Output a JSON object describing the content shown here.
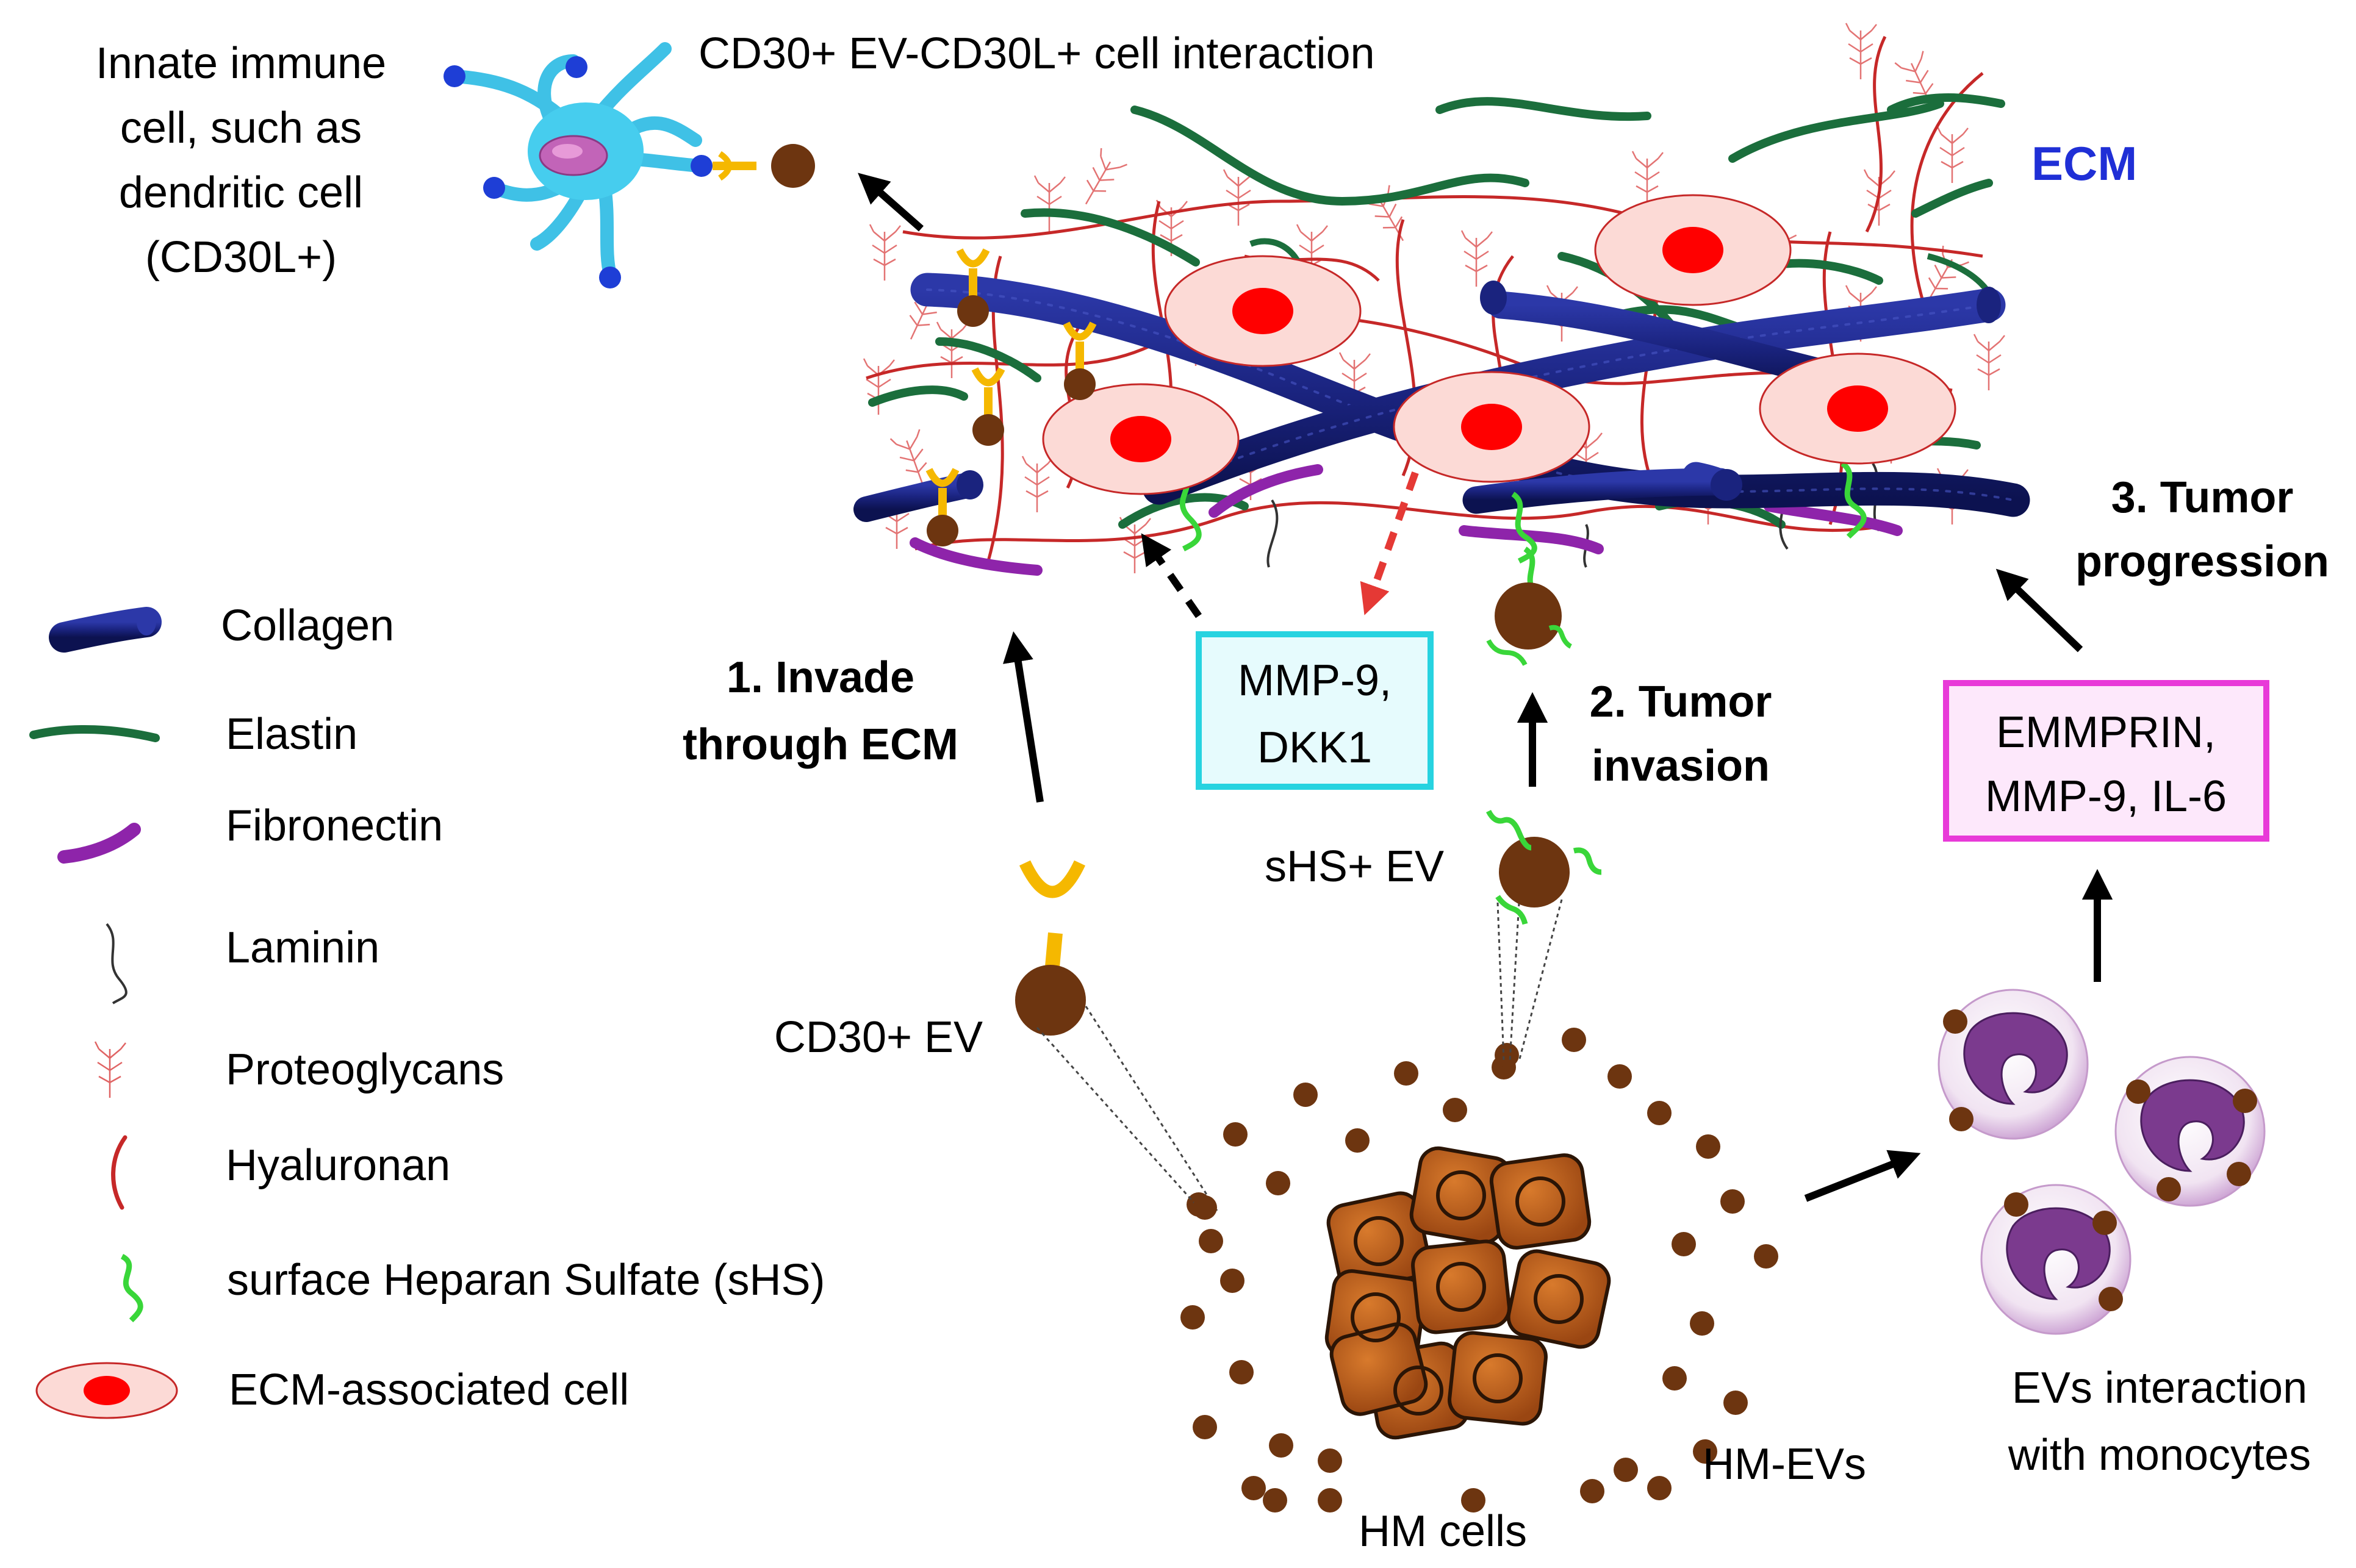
{
  "labels": {
    "innate_1": "Innate immune",
    "innate_2": "cell, such as",
    "innate_3": "dendritic cell",
    "innate_4": "(CD30L+)",
    "interaction": "CD30+ EV-CD30L+ cell interaction",
    "ecm": "ECM",
    "step1_1": "1. Invade",
    "step1_2": "through ECM",
    "mmp_box_1": "MMP-9,",
    "mmp_box_2": "DKK1",
    "step2_1": "2. Tumor",
    "step2_2": "invasion",
    "step3_1": "3. Tumor",
    "step3_2": "progression",
    "emm_box_1": "EMMPRIN,",
    "emm_box_2": "MMP-9, IL-6",
    "shs_ev": "sHS+ EV",
    "cd30_ev": "CD30+ EV",
    "hm_cells": "HM cells",
    "hm_evs": "HM-EVs",
    "monocyte_1": "EVs interaction",
    "monocyte_2": "with monocytes"
  },
  "legend": [
    {
      "label": "Collagen",
      "icon": "collagen-icon"
    },
    {
      "label": "Elastin",
      "icon": "elastin-icon"
    },
    {
      "label": "Fibronectin",
      "icon": "fibronectin-icon"
    },
    {
      "label": "Laminin",
      "icon": "laminin-icon"
    },
    {
      "label": "Proteoglycans",
      "icon": "proteoglycan-icon"
    },
    {
      "label": "Hyaluronan",
      "icon": "hyaluronan-icon"
    },
    {
      "label": "surface Heparan Sulfate (sHS)",
      "icon": "heparan-sulfate-icon"
    },
    {
      "label": "ECM-associated cell",
      "icon": "ecm-cell-icon"
    }
  ],
  "colors": {
    "collagen": "#1a237e",
    "elastin": "#1b6e3c",
    "fibronectin": "#8e24aa",
    "hyaluronan": "#c62828",
    "heparan": "#39d639",
    "ev": "#6d3510",
    "ligand": "#f5b800",
    "ecm_label": "#1f2fd6",
    "mmp_border": "#27d3e0",
    "mmp_fill": "#e6fbfd",
    "emm_border": "#e83ad8",
    "emm_fill": "#fde8fb"
  }
}
